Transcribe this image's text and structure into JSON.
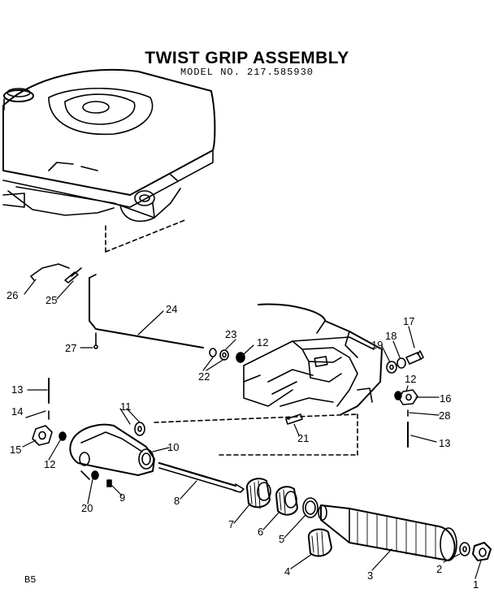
{
  "title": "TWIST GRIP ASSEMBLY",
  "subtitle": "MODEL NO. 217.585930",
  "footer_code": "B5",
  "callouts": [
    "1",
    "2",
    "3",
    "4",
    "5",
    "6",
    "7",
    "8",
    "9",
    "10",
    "11",
    "12",
    "12",
    "12",
    "13",
    "13",
    "14",
    "15",
    "16",
    "17",
    "18",
    "19",
    "20",
    "21",
    "22",
    "23",
    "24",
    "25",
    "26",
    "27",
    "28"
  ]
}
